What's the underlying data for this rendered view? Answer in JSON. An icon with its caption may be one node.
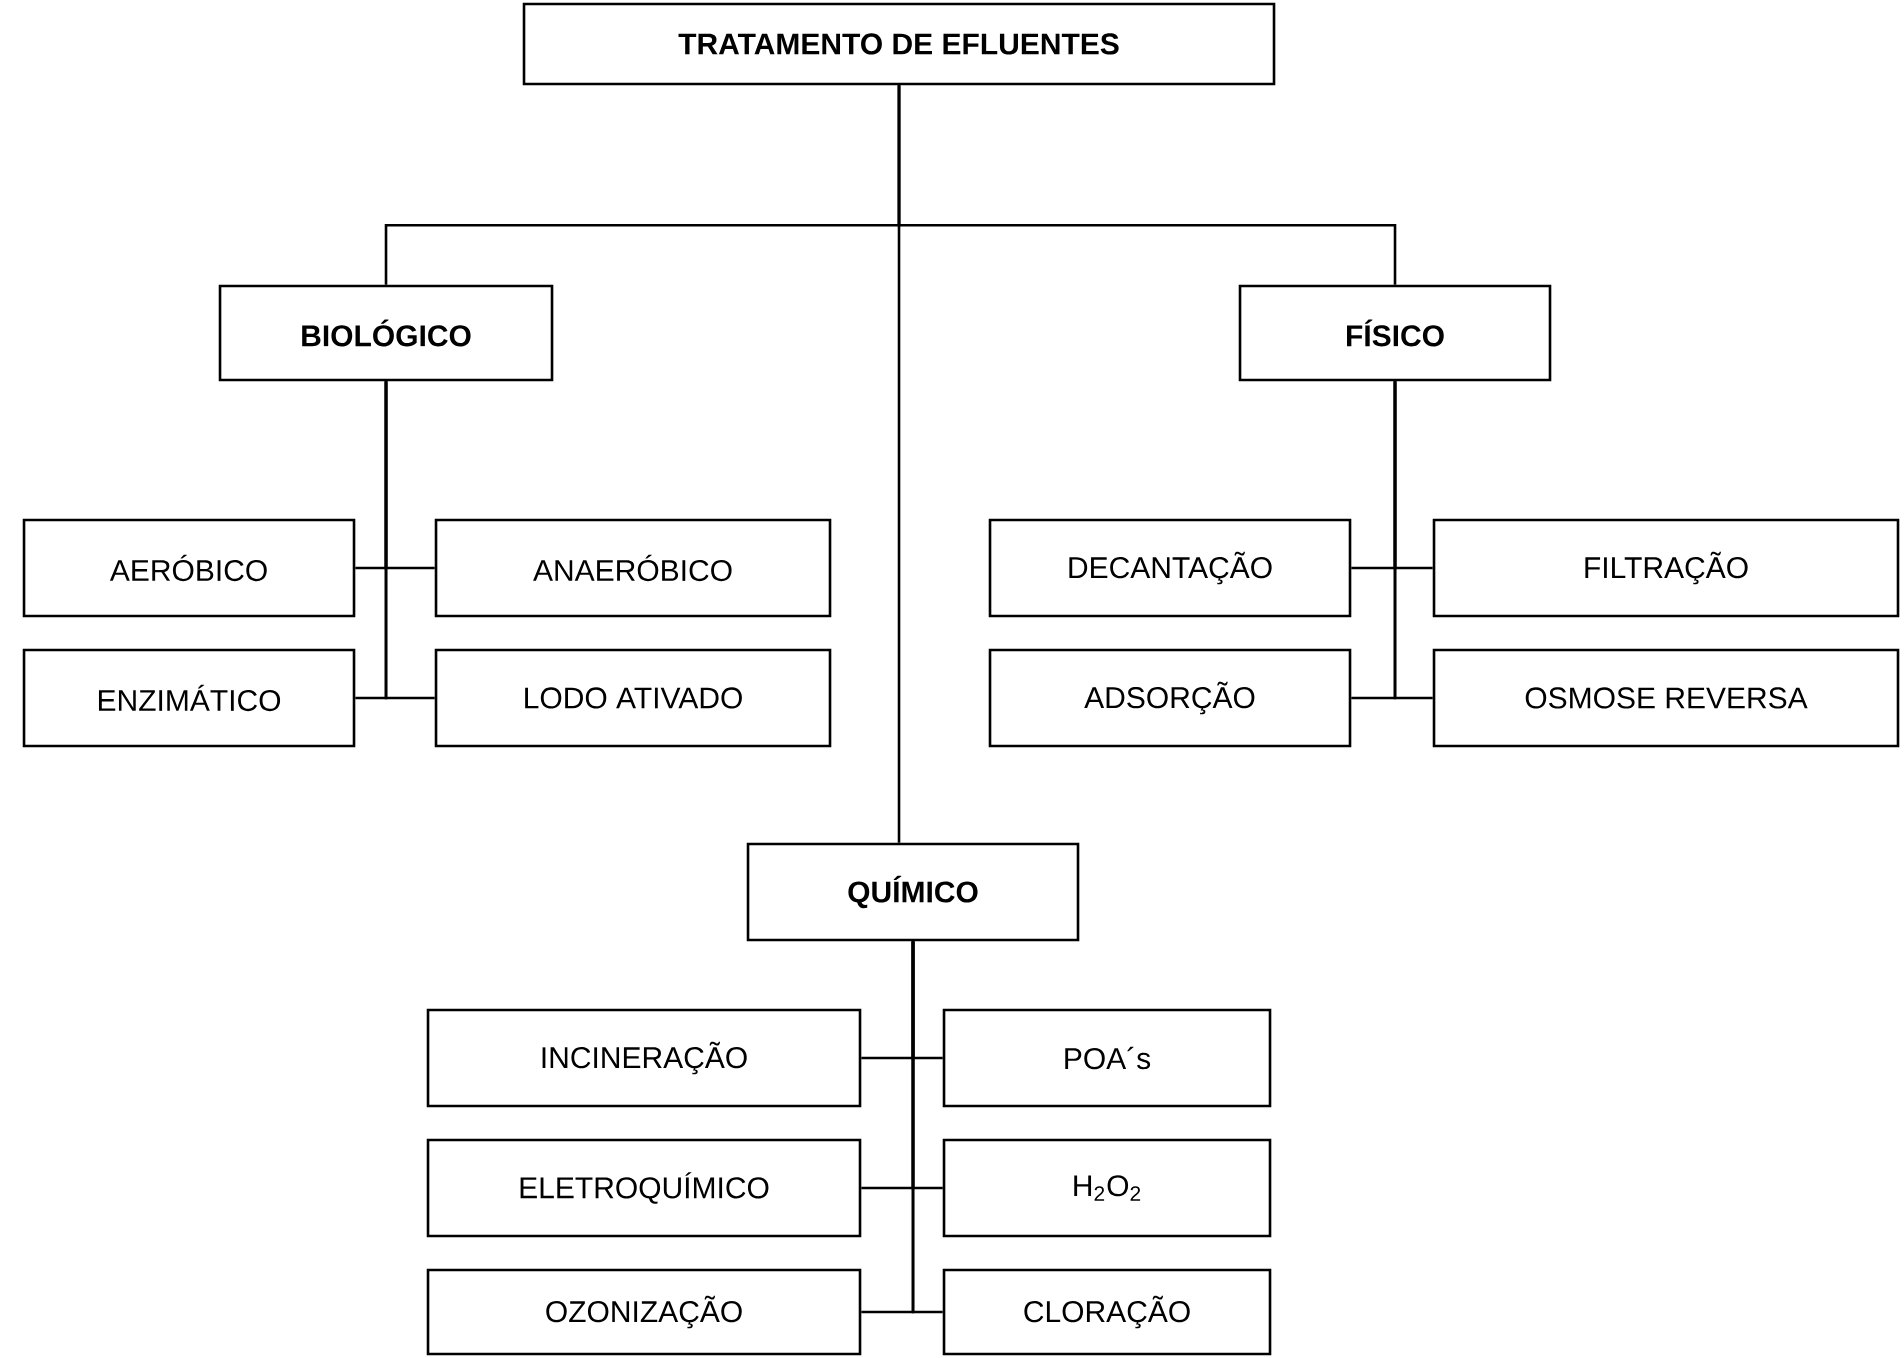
{
  "diagram": {
    "nodes": [
      {
        "text": [
          "TRATAMENTO DE EFLUENTES"
        ]
      },
      {
        "text": [
          "BIOLÓGICO"
        ]
      },
      {
        "text": [
          "FÍSICO"
        ]
      },
      {
        "text": [
          "AERÓBICO"
        ]
      },
      {
        "text": [
          "ANAERÓBICO"
        ]
      },
      {
        "text": [
          "ENZIMÁTICO"
        ]
      },
      {
        "text": [
          "LODO ATIVADO"
        ]
      },
      {
        "text": [
          "DECANTAÇÃO"
        ]
      },
      {
        "text": [
          "FILTRAÇÃO"
        ]
      },
      {
        "text": [
          "ADSORÇÃO"
        ]
      },
      {
        "text": [
          "OSMOSE REVERSA"
        ]
      },
      {
        "text": [
          "QUÍMICO"
        ]
      },
      {
        "text": [
          "INCINERAÇÃO"
        ]
      },
      {
        "text": [
          "POA´s"
        ]
      },
      {
        "text": [
          "ELETROQUÍMICO"
        ]
      },
      {
        "text": [
          "H$_{2}$O$_{2}$"
        ]
      },
      {
        "text": [
          "OZONIZAÇÃO"
        ]
      },
      {
        "text": [
          "CLORAÇÃO"
        ]
      }
    ],
    "edges": [
      {
        "from": 0,
        "to": 1,
        "arrow": "none"
      },
      {
        "from": 0,
        "to": 2,
        "arrow": "none"
      },
      {
        "from": 0,
        "to": 11,
        "arrow": "none"
      },
      {
        "from": 1,
        "to": 3,
        "arrow": "none"
      },
      {
        "from": 1,
        "to": 4,
        "arrow": "none"
      },
      {
        "from": 1,
        "to": 5,
        "arrow": "none"
      },
      {
        "from": 1,
        "to": 6,
        "arrow": "none"
      },
      {
        "from": 2,
        "to": 7,
        "arrow": "none"
      },
      {
        "from": 2,
        "to": 8,
        "arrow": "none"
      },
      {
        "from": 2,
        "to": 9,
        "arrow": "none"
      },
      {
        "from": 2,
        "to": 10,
        "arrow": "none"
      },
      {
        "from": 11,
        "to": 12,
        "arrow": "none"
      },
      {
        "from": 11,
        "to": 13,
        "arrow": "none"
      },
      {
        "from": 11,
        "to": 14,
        "arrow": "none"
      },
      {
        "from": 11,
        "to": 15,
        "arrow": "none"
      },
      {
        "from": 11,
        "to": 16,
        "arrow": "none"
      },
      {
        "from": 11,
        "to": 17,
        "arrow": "none"
      }
    ]
  }
}
